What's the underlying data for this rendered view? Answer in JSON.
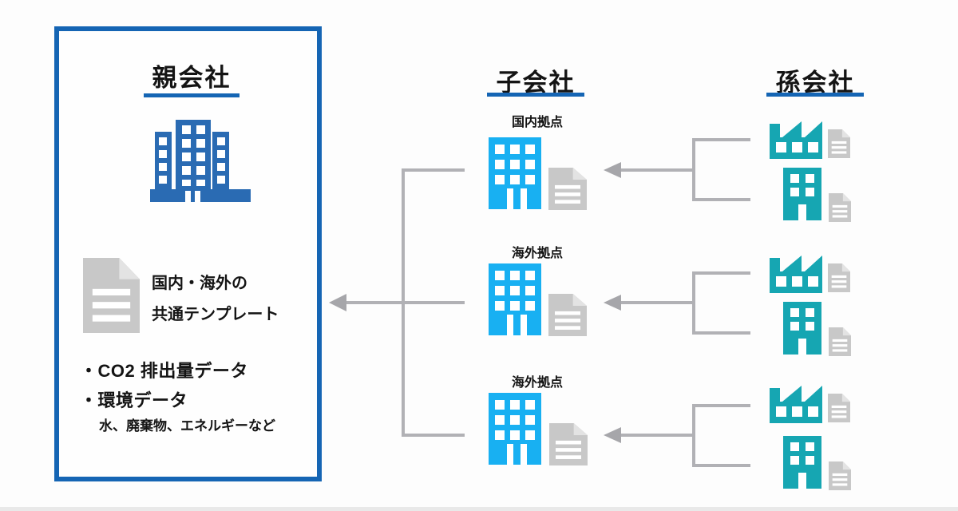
{
  "colors": {
    "accent_blue": "#1565b4",
    "parent_building": "#2a6bb3",
    "subsidiary_building": "#18b0f2",
    "grandchild_teal": "#16a6b2",
    "document_gray": "#c8c8c8",
    "document_fold": "#e3e3e3",
    "connector_gray": "#b1b1b5",
    "arrowhead_gray": "#a6a6aa",
    "text": "#141414"
  },
  "parent": {
    "title": "親会社",
    "template_label_line1": "国内・海外の",
    "template_label_line2": "共通テンプレート",
    "bullets": [
      "・CO2 排出量データ",
      "・環境データ"
    ],
    "bullet_note": "水、廃棄物、エネルギーなど"
  },
  "subsidiary": {
    "title": "子会社",
    "sites": [
      {
        "label": "国内拠点"
      },
      {
        "label": "海外拠点"
      },
      {
        "label": "海外拠点"
      }
    ]
  },
  "grandchild": {
    "title": "孫会社"
  },
  "icons": {
    "parent_building": "office-building-icon",
    "subsidiary_building": "office-building-icon",
    "grandchild_factory": "factory-icon",
    "grandchild_building": "office-building-icon",
    "document": "document-icon"
  }
}
